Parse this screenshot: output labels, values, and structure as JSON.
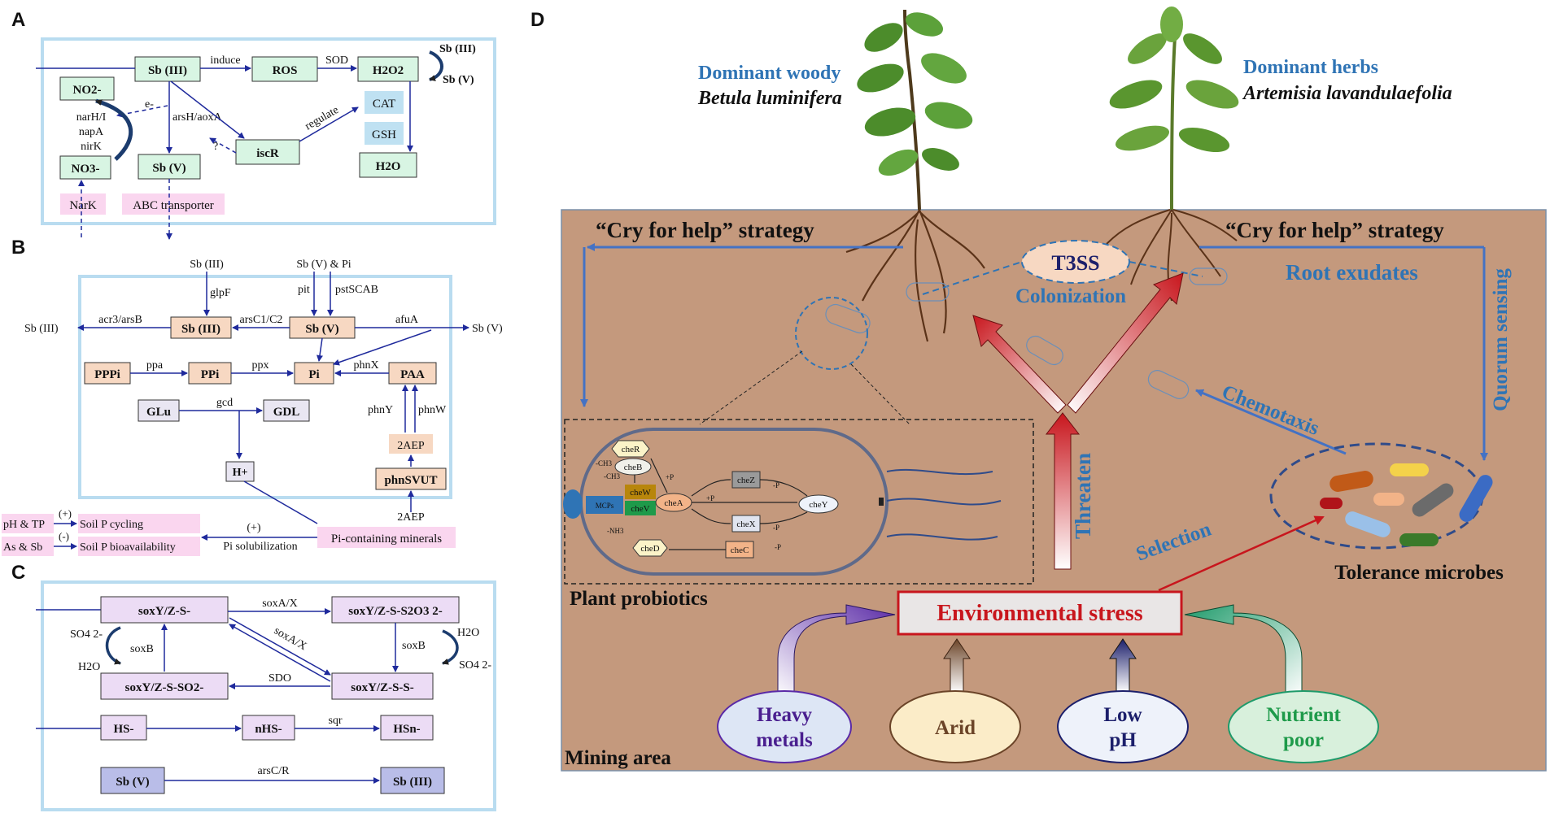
{
  "panels": {
    "a": "A",
    "b": "B",
    "c": "C",
    "d": "D"
  },
  "a": {
    "sb3": "Sb (III)",
    "induce": "induce",
    "ros": "ROS",
    "sod": "SOD",
    "h2o2": "H2O2",
    "sb3r": "Sb (III)",
    "sb5r": "Sb (V)",
    "cat": "CAT",
    "gsh": "GSH",
    "h2o": "H2O",
    "no2": "NO2-",
    "no3": "NO3-",
    "narh": "narH/I",
    "napa": "napA",
    "nirk": "nirK",
    "eminus": "e-",
    "arsh": "arsH/aoxA",
    "q": "?",
    "iscr": "iscR",
    "regulate": "regulate",
    "sb5": "Sb (V)",
    "nark": "NarK",
    "abc": "ABC transporter"
  },
  "b": {
    "sb3_top": "Sb (III)",
    "sb5pi_top": "Sb (V) & Pi",
    "glpf": "glpF",
    "pit": "pit",
    "pstscab": "pstSCAB",
    "acr3": "acr3/arsB",
    "sb3_left": "Sb (III)",
    "sb3": "Sb (III)",
    "arsc": "arsC1/C2",
    "sb5": "Sb (V)",
    "afua": "afuA",
    "sb5_right": "Sb (V)",
    "pppi": "PPPi",
    "ppa": "ppa",
    "ppi": "PPi",
    "ppx": "ppx",
    "pi": "Pi",
    "phnx": "phnX",
    "paa": "PAA",
    "glu": "GLu",
    "gcd": "gcd",
    "gdl": "GDL",
    "phny": "phnY",
    "phnw": "phnW",
    "aep2": "2AEP",
    "h": "H+",
    "phnsvut": "phnSVUT",
    "aep2b": "2AEP",
    "phtp": "pH & TP",
    "plus1": "(+)",
    "soilp": "Soil P cycling",
    "assb": "As & Sb",
    "minus1": "(-)",
    "soilpb": "Soil P bioavailability",
    "plus2": "(+)",
    "pisol": "Pi solubilization",
    "picm": "Pi-containing minerals"
  },
  "c": {
    "soxyz": "soxY/Z-S-",
    "soxax": "soxA/X",
    "soxyzs2o3": "soxY/Z-S-S2O3 2-",
    "soxax2": "soxA/X",
    "so4": "SO4 2-",
    "h2o_l": "H2O",
    "soxb": "soxB",
    "soxb2": "soxB",
    "h2o_r": "H2O",
    "so4_r": "SO4 2-",
    "soxyzso2": "soxY/Z-S-SO2-",
    "sdo": "SDO",
    "soxyzss": "soxY/Z-S-S-",
    "hs": "HS-",
    "nhs": "nHS-",
    "sqr": "sqr",
    "hsn": "HSn-",
    "sb5": "Sb (V)",
    "arscr": "arsC/R",
    "sb3": "Sb (III)"
  },
  "d": {
    "woody1": "Dominant woody",
    "woody2": "Betula luminifera",
    "herbs1": "Dominant herbs",
    "herbs2": "Artemisia lavandulaefolia",
    "cry1": "“Cry for help” strategy",
    "cry2": "“Cry for help” strategy",
    "t3ss": "T3SS",
    "colonization": "Colonization",
    "rootex": "Root exudates",
    "quorum": "Quorum sensing",
    "chemotaxis": "Chemotaxis",
    "threaten": "Threaten",
    "selection": "Selection",
    "probiotics": "Plant probiotics",
    "tolerance": "Tolerance microbes",
    "envstress": "Environmental stress",
    "mining": "Mining area",
    "heavy1": "Heavy",
    "heavy2": "metals",
    "arid": "Arid",
    "low1": "Low",
    "low2": "pH",
    "nut1": "Nutrient",
    "nut2": "poor",
    "cher": "cheR",
    "cheb": "cheB",
    "chew": "cheW",
    "chev": "cheV",
    "chea": "cheA",
    "chez": "cheZ",
    "chey": "cheY",
    "chex": "cheX",
    "ched": "cheD",
    "chec": "cheC",
    "mcps": "MCPs",
    "ch3a": "-CH3",
    "ch3b": "-CH3",
    "nh3": "-NH3",
    "p1": "+P",
    "p2": "-P",
    "p3": "+P",
    "p4": "-P",
    "p5": "-P"
  },
  "colors": {
    "soil": "#c4997d",
    "frame": "#b9dcf0",
    "stress_red": "#c8161d",
    "blue_text": "#2f74b5",
    "green_box": "#d8f5e3",
    "salmon": "#f7d8c2",
    "pink": "#fad6ef",
    "lav": "#ecdcf5",
    "lblue": "#bfe1f2"
  }
}
